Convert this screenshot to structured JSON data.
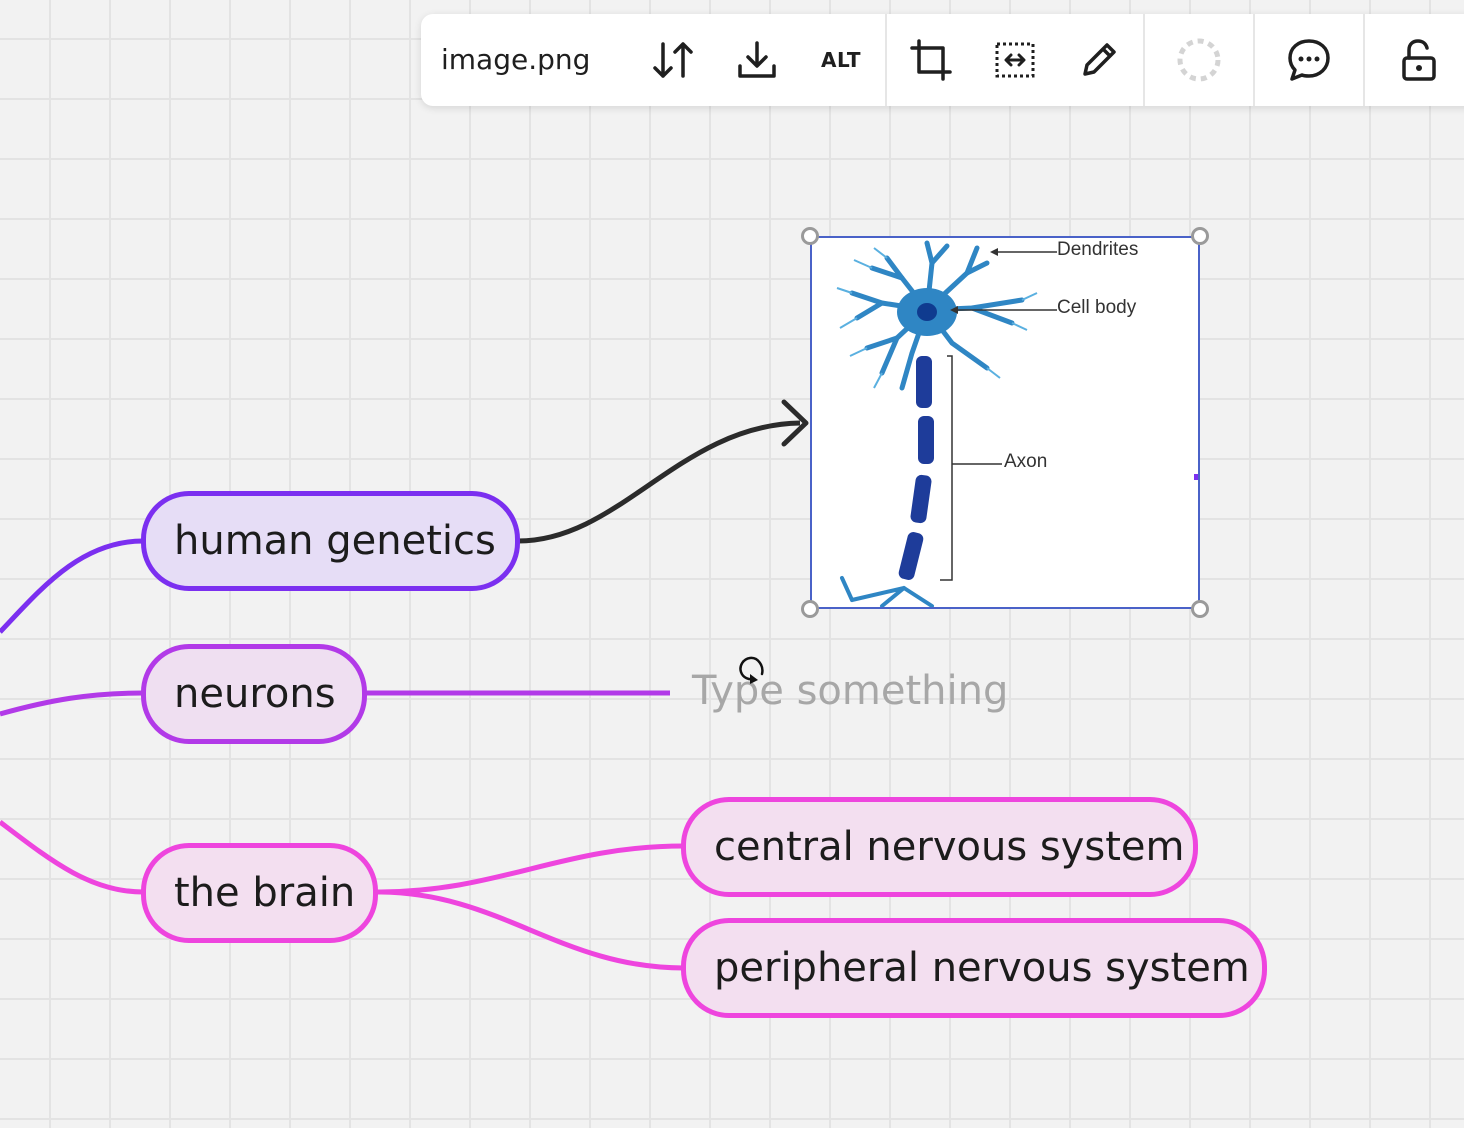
{
  "toolbar": {
    "filename": "image.png",
    "icons": [
      "swap-vertical-icon",
      "download-icon",
      "alt-text-icon",
      "crop-icon",
      "fit-width-icon",
      "pencil-icon",
      "loading-spinner-icon",
      "comment-icon",
      "unlock-icon"
    ],
    "alt_label": "ALT"
  },
  "mindmap": {
    "nodes": {
      "human_genetics": "human genetics",
      "neurons": "neurons",
      "the_brain": "the brain",
      "central": "central nervous system",
      "peripheral": "peripheral nervous system"
    },
    "placeholder": "Type something",
    "colors": {
      "violet": "#7b2ff0",
      "purple": "#b23ae8",
      "pink": "#ee45de",
      "arrow": "#2b2b2b"
    }
  },
  "image": {
    "labels": {
      "dendrites": "Dendrites",
      "cell_body": "Cell body",
      "axon": "Axon"
    }
  }
}
